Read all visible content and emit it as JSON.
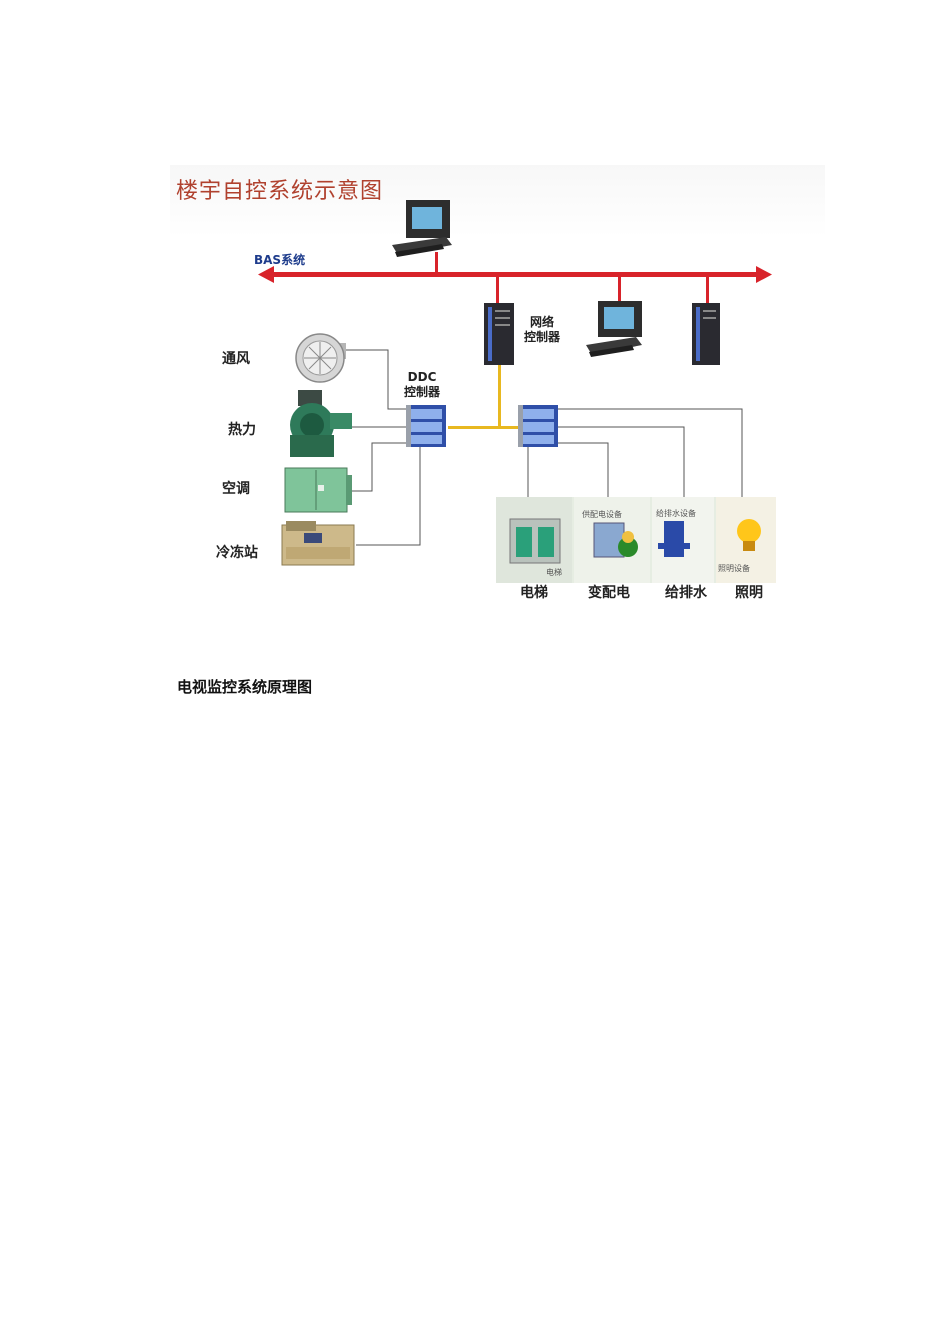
{
  "diagram": {
    "title": "楼宇自控系统示意图",
    "bus_label": "BAS系统",
    "network_controller_label": [
      "网络",
      "控制器"
    ],
    "ddc_label": [
      "DDC",
      "控制器"
    ],
    "left_equipment": [
      "通风",
      "热力",
      "空调",
      "冷冻站"
    ],
    "right_equipment": [
      "电梯",
      "变配电",
      "给排水",
      "照明"
    ],
    "panel_tiny_labels": [
      "电梯",
      "供配电设备",
      "给排水设备",
      "照明设备"
    ]
  },
  "caption": "电视监控系统原理图"
}
